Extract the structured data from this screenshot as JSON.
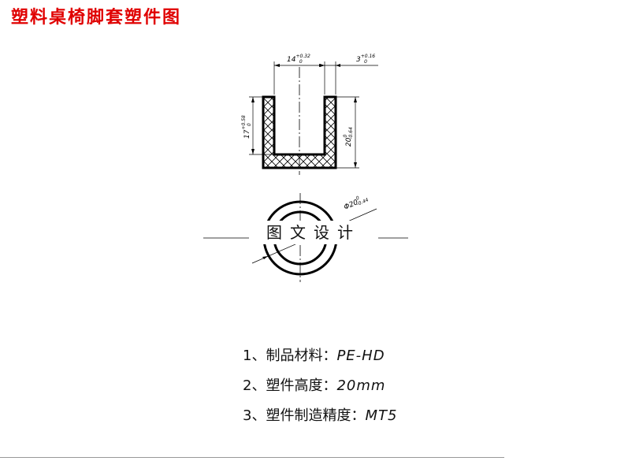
{
  "title": "塑料桌椅脚套塑件图",
  "watermark": "图文设计",
  "dimensions": {
    "width_inner": {
      "base": "14",
      "upper": "+0.32",
      "lower": "0"
    },
    "wall": {
      "base": "3",
      "upper": "+0.16",
      "lower": "0"
    },
    "inner_depth": {
      "base": "17",
      "upper": "+0.58",
      "lower": "0"
    },
    "height": {
      "base": "20",
      "upper": "0",
      "lower": "-0.64"
    },
    "diameter": {
      "base": "Φ20",
      "upper": "0",
      "lower": "-0.44"
    }
  },
  "notes": [
    {
      "label": "1、制品材料：",
      "value": "PE-HD"
    },
    {
      "label": "2、塑件高度：",
      "value": "20mm"
    },
    {
      "label": "3、塑件制造精度：",
      "value": "MT5"
    }
  ]
}
